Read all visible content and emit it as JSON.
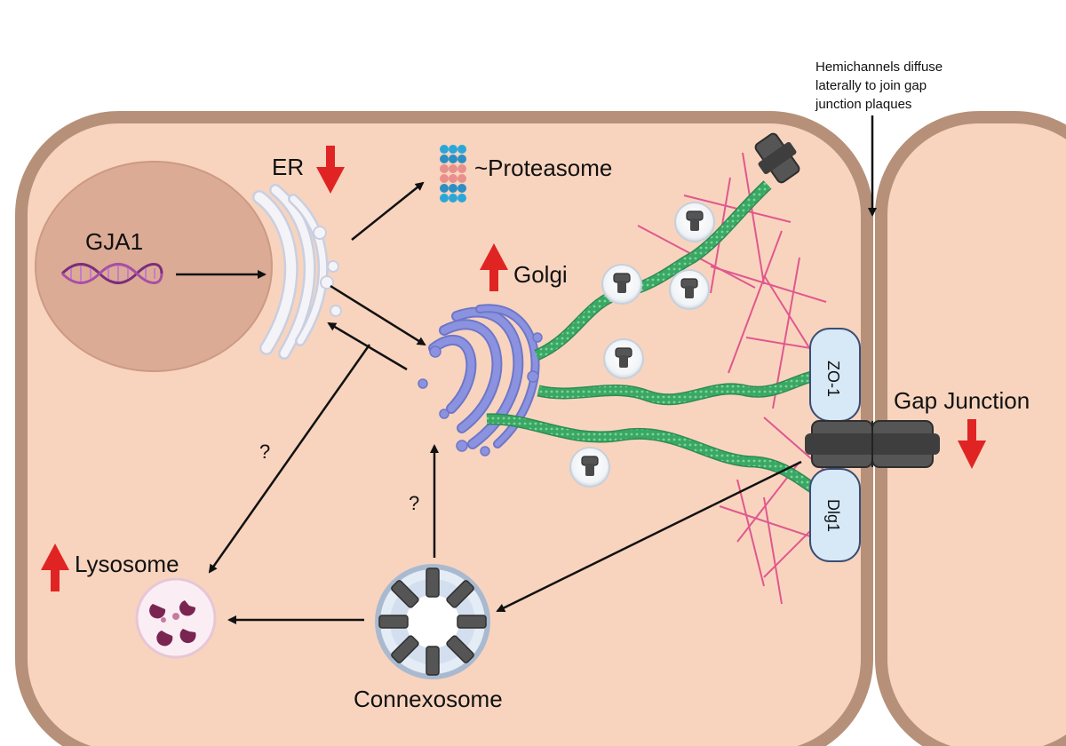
{
  "labels": {
    "gene": "GJA1",
    "er": "ER",
    "proteasome": "~Proteasome",
    "golgi": "Golgi",
    "gap_junction": "Gap Junction",
    "lysosome": "Lysosome",
    "connexosome": "Connexosome",
    "zo1": "ZO-1",
    "dlg1": "Dlg1",
    "question_mark_left": "?",
    "question_mark_center": "?",
    "hemichannel_note": [
      "Hemichannels diffuse",
      "laterally to join gap",
      "junction plaques"
    ]
  },
  "trends": {
    "er": "down",
    "golgi": "up",
    "gap_junction": "down",
    "lysosome": "up"
  },
  "colors": {
    "cell_membrane": "#b69078",
    "cytoplasm": "#f8d4be",
    "nucleus": "#dcab95",
    "er": "#f4f4f8",
    "golgi": "#8b93e0",
    "microtubule": "#3aa865",
    "actin": "#e0588e",
    "connexon": "#5a5a5a",
    "trend_arrow": "#e02424",
    "dna": "#7a2e7a"
  },
  "icons": [
    "dna-icon",
    "proteasome-icon",
    "connexon-icon",
    "vesicle-icon",
    "lysosome-icon",
    "connexosome-icon"
  ]
}
